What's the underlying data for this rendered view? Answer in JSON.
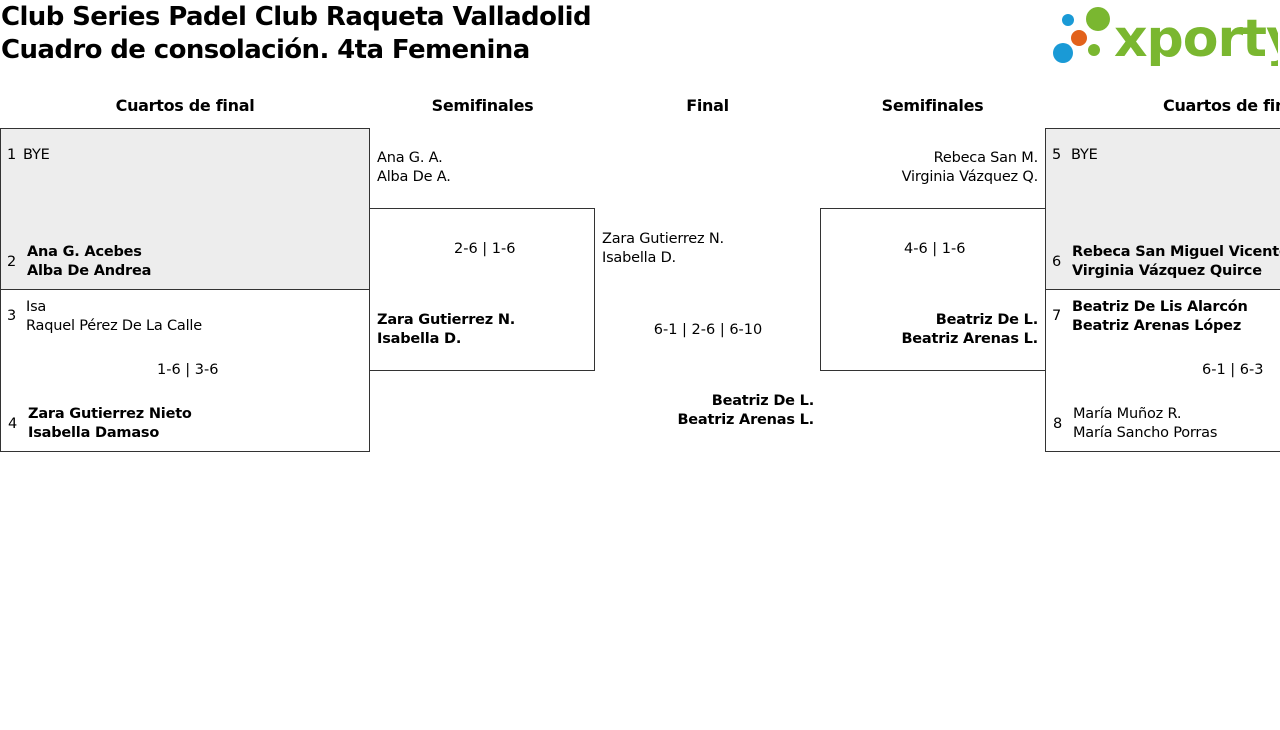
{
  "title": {
    "line1": "Club Series Padel Club Raqueta Valladolid",
    "line2": "Cuadro de consolación. 4ta Femenina"
  },
  "logo": {
    "text": "xporty",
    "colors": [
      "#1a9ad6",
      "#e2621b",
      "#7ab730"
    ]
  },
  "headers": {
    "left_quarters": "Cuartos de final",
    "left_semis": "Semifinales",
    "final": "Final",
    "right_semis": "Semifinales",
    "right_quarters": "Cuartos de final"
  },
  "left_quarters": {
    "match1": {
      "p1_seed": "1",
      "p1_name": "BYE",
      "p2_seed": "2",
      "p2_line1": "Ana G. Acebes",
      "p2_line2": "Alba De Andrea"
    },
    "match2": {
      "p1_seed": "3",
      "p1_line1": "Isa",
      "p1_line2": "Raquel Pérez De La Calle",
      "score": "1-6 | 3-6",
      "p2_seed": "4",
      "p2_line1": "Zara Gutierrez Nieto",
      "p2_line2": "Isabella Damaso"
    }
  },
  "left_semi": {
    "top_line1": "Ana G. A.",
    "top_line2": "Alba De A.",
    "score": "2-6 | 1-6",
    "bottom_line1": "Zara Gutierrez N.",
    "bottom_line2": "Isabella D."
  },
  "final": {
    "top_line1": "Zara Gutierrez N.",
    "top_line2": "Isabella D.",
    "score": "6-1 | 2-6 | 6-10",
    "bottom_line1": "Beatriz De L.",
    "bottom_line2": "Beatriz Arenas L."
  },
  "right_semi": {
    "top_line1": "Rebeca San M.",
    "top_line2": "Virginia Vázquez Q.",
    "score": "4-6 | 1-6",
    "bottom_line1": "Beatriz De L.",
    "bottom_line2": "Beatriz Arenas L."
  },
  "right_quarters": {
    "match1": {
      "p1_seed": "5",
      "p1_name": "BYE",
      "p2_seed": "6",
      "p2_line1": "Rebeca San Miguel Vicente",
      "p2_line2": "Virginia Vázquez Quirce"
    },
    "match2": {
      "p1_seed": "7",
      "p1_line1": "Beatriz De Lis Alarcón",
      "p1_line2": "Beatriz Arenas López",
      "score": "6-1 | 6-3",
      "p2_seed": "8",
      "p2_line1": "María Muñoz R.",
      "p2_line2": "María Sancho Porras"
    }
  }
}
